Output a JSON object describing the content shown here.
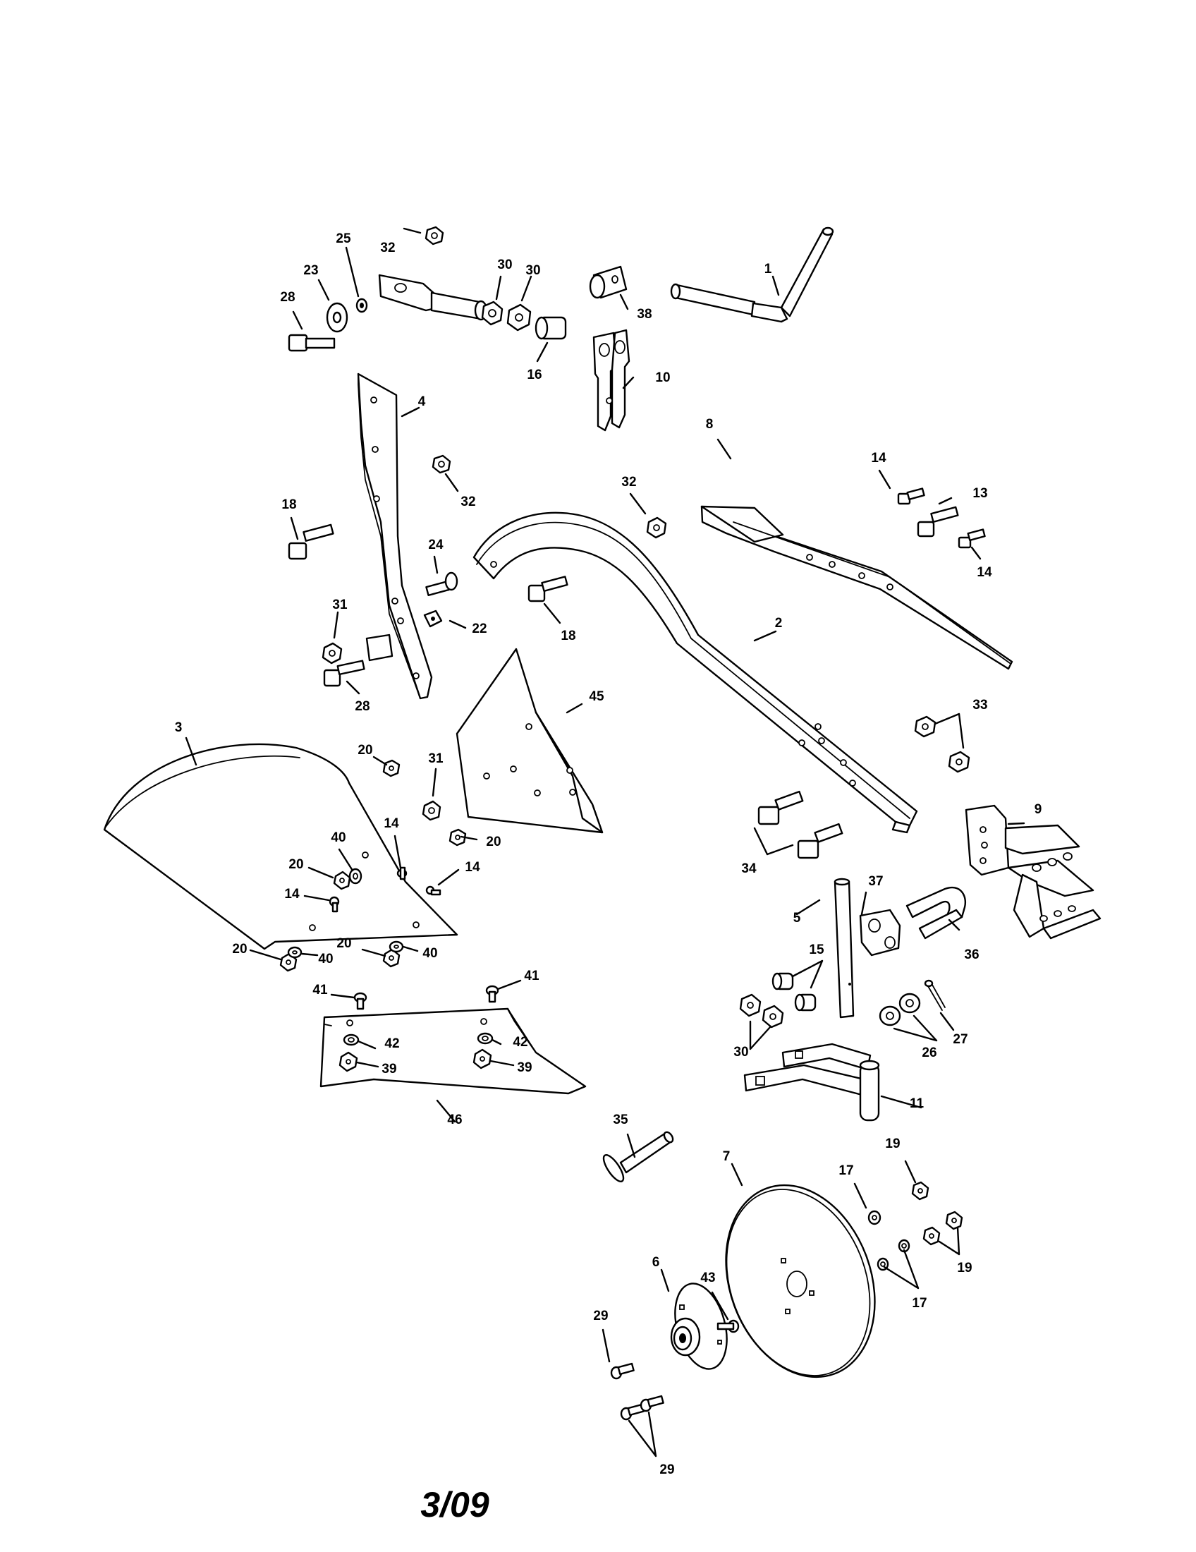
{
  "diagram": {
    "callouts": {
      "c1": "1",
      "c2": "2",
      "c3": "3",
      "c4": "4",
      "c5": "5",
      "c6": "6",
      "c7": "7",
      "c8": "8",
      "c9": "9",
      "c10": "10",
      "c11": "11",
      "c13": "13",
      "c14a": "14",
      "c14b": "14",
      "c14c": "14",
      "c14d": "14",
      "c14e": "14",
      "c15": "15",
      "c16": "16",
      "c17a": "17",
      "c17b": "17",
      "c18a": "18",
      "c18b": "18",
      "c19a": "19",
      "c19b": "19",
      "c20a": "20",
      "c20b": "20",
      "c20c": "20",
      "c20d": "20",
      "c20e": "20",
      "c22": "22",
      "c23": "23",
      "c24": "24",
      "c25": "25",
      "c26": "26",
      "c27": "27",
      "c28a": "28",
      "c28b": "28",
      "c29a": "29",
      "c29b": "29",
      "c30a": "30",
      "c30b": "30",
      "c30c": "30",
      "c31a": "31",
      "c31b": "31",
      "c32a": "32",
      "c32b": "32",
      "c32c": "32",
      "c33": "33",
      "c34": "34",
      "c35": "35",
      "c36": "36",
      "c37": "37",
      "c38": "38",
      "c39a": "39",
      "c39b": "39",
      "c40a": "40",
      "c40b": "40",
      "c40c": "40",
      "c41a": "41",
      "c41b": "41",
      "c42a": "42",
      "c42b": "42",
      "c43": "43",
      "c45": "45",
      "c46": "46"
    },
    "date_code": "3/09"
  }
}
